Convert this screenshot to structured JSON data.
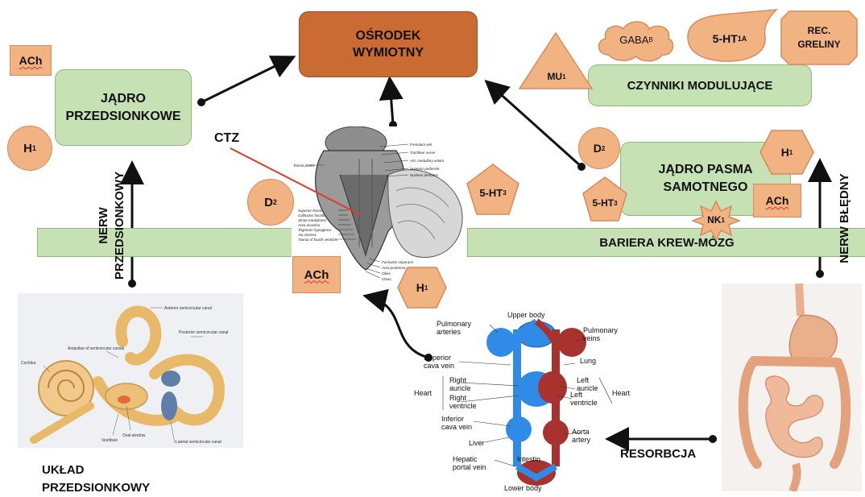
{
  "center": {
    "label": "OŚRODEK WYMIOTNY",
    "line1": "OŚRODEK",
    "line2": "WYMIOTNY"
  },
  "vestibular_nucleus": {
    "line1": "JĄDRO",
    "line2": "PRZEDSIONKOWE"
  },
  "solitary_nucleus": {
    "line1": "JĄDRO PASMA",
    "line2": "SAMOTNEGO"
  },
  "modulating_factors": {
    "label": "CZYNNIKI MODULUJĄCE"
  },
  "barrier": {
    "label": "BARIERA KREW-MÓZG"
  },
  "receptors": {
    "ach": "ACh",
    "h": "H",
    "sub1": "1",
    "d": "D",
    "sub2": "2",
    "ht": "5-HT",
    "sub3": "3",
    "sub1a": "1A",
    "mu": "MU",
    "gaba": "GABA",
    "subB": "B",
    "nk": "NK",
    "ghrelin1": "REC.",
    "ghrelin2": "GRELINY"
  },
  "labels": {
    "ctz": "CTZ",
    "vestibular_nerve1": "NERW",
    "vestibular_nerve2": "PRZEDSIONKOWY",
    "vagus": "NERW BŁĘDNY",
    "resorption": "RESORBCJA",
    "vestibular_system1": "UKŁAD",
    "vestibular_system2": "PRZEDSIONKOWY"
  },
  "circulation": {
    "upper_body": "Upper body",
    "pulmonary_arteries1": "Pulmonary",
    "pulmonary_arteries2": "arteries",
    "pulmonary_veins1": "Pulmonary",
    "pulmonary_veins2": "veins",
    "lung": "Lung",
    "superior_cava1": "Superior",
    "superior_cava2": "cava vein",
    "right_auricle1": "Right",
    "right_auricle2": "auricle",
    "right_ventricle1": "Right",
    "right_ventricle2": "ventricle",
    "heart": "Heart",
    "left_auricle1": "Left",
    "left_auricle2": "auricle",
    "left_ventricle1": "Left",
    "left_ventricle2": "ventricle",
    "inferior_cava1": "Inferior",
    "inferior_cava2": "cava vein",
    "aorta1": "Aorta",
    "aorta2": "artery",
    "liver": "Liver",
    "hepatic1": "Hepatic",
    "hepatic2": "portal vein",
    "intestin": "Intestin",
    "lower_body": "Lower body"
  },
  "ear": {
    "anterior": "Anterior semicircular canal",
    "posterior": "Posterior semicircular canal",
    "ampullae": "Ampullae of semicircular canals",
    "cochlea": "Cochlea",
    "vestibule": "Vestibule",
    "oval": "Oval window",
    "lateral": "Lateral semicircular canal"
  },
  "brainstem": {
    "l1": "Frenulum veli",
    "l2": "Trochlear nerve",
    "l3": "Ant. medullary velum",
    "l4": "Superior peduncle",
    "l5": "Nucleus dentatus",
    "l6": "Taenia pontis",
    "l7": "Superior fovea",
    "l8": "Colliculus facialis",
    "l9": "Striae medullares",
    "l10": "Area acustica",
    "l11": "Trigonum hypoglossi",
    "l12": "Ala cinerea",
    "l13": "Taenia of fourth ventricle",
    "l14": "Funiculus separans",
    "l15": "Area postrema",
    "l16": "Obex",
    "l17": "Clava"
  },
  "colors": {
    "green": "#c6e2b5",
    "orange": "#f2b382",
    "center": "#c96b32",
    "vein": "#2f8be6",
    "artery": "#a8322e"
  }
}
